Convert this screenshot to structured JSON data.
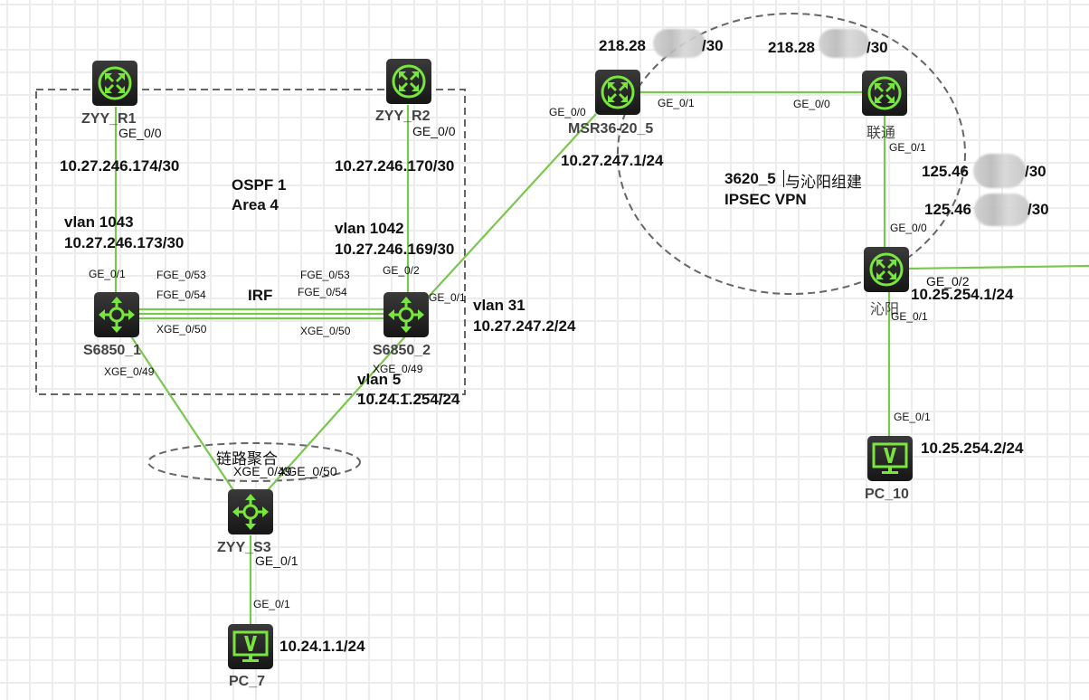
{
  "diagram": {
    "title": "Network topology",
    "colors": {
      "link": "#7ac74f",
      "icon_green": "#78e63c",
      "device_bg": "#222222",
      "boundary_dash": "#666666"
    },
    "devices": [
      {
        "id": "zyy_r1",
        "name": "ZYY_R1",
        "type": "router"
      },
      {
        "id": "zyy_r2",
        "name": "ZYY_R2",
        "type": "router"
      },
      {
        "id": "msr",
        "name": "MSR36-20_5",
        "type": "router"
      },
      {
        "id": "liantong",
        "name": "联通",
        "type": "router"
      },
      {
        "id": "qinyang",
        "name": "沁阳",
        "type": "router"
      },
      {
        "id": "s6850_1",
        "name": "S6850_1",
        "type": "switch"
      },
      {
        "id": "s6850_2",
        "name": "S6850_2",
        "type": "switch"
      },
      {
        "id": "zyy_s3",
        "name": "ZYY_S3",
        "type": "switch"
      },
      {
        "id": "pc_7",
        "name": "PC_7",
        "type": "pc"
      },
      {
        "id": "pc_10",
        "name": "PC_10",
        "type": "pc"
      }
    ],
    "ports": {
      "r1_ge00": "GE_0/0",
      "r2_ge00": "GE_0/0",
      "s1_ge01": "GE_0/1",
      "s1_fge53": "FGE_0/53",
      "s1_fge54": "FGE_0/54",
      "s1_xge50": "XGE_0/50",
      "s1_xge49": "XGE_0/49",
      "s2_fge53": "FGE_0/53",
      "s2_fge54": "FGE_0/54",
      "s2_xge50": "XGE_0/50",
      "s2_ge02": "GE_0/2",
      "s2_ge01": "GE_0/1",
      "s2_xge49": "XGE_0/49",
      "s3_xge49": "XGE_0/49",
      "s3_xge50": "XGE_0/50",
      "s3_ge01": "GE_0/1",
      "pc7_ge01": "GE_0/1",
      "msr_ge00": "GE_0/0",
      "msr_ge01": "GE_0/1",
      "lt_ge00": "GE_0/0",
      "lt_ge01": "GE_0/1",
      "qy_ge00": "GE_0/0",
      "qy_ge02": "GE_0/2",
      "qy_ge01": "GE_0/1",
      "pc10_ge01": "GE_0/1"
    },
    "addresses": {
      "r1": "10.27.246.174/30",
      "r2": "10.27.246.170/30",
      "vlan1043_label": "vlan 1043",
      "vlan1043_ip": "10.27.246.173/30",
      "vlan1042_label": "vlan 1042",
      "vlan1042_ip": "10.27.246.169/30",
      "vlan31_label": "vlan 31",
      "vlan31_ip": "10.27.247.2/24",
      "vlan5_label": "vlan 5",
      "vlan5_ip": "10.24.1.254/24",
      "msr_lan": "10.27.247.1/24",
      "msr_wan_prefix": "218.28",
      "msr_wan_suffix": "/30",
      "lt_wan_prefix": "218.28",
      "lt_wan_suffix": "/30",
      "lt_ge01_prefix": "125.46",
      "lt_ge01_suffix": "/30",
      "qy_ge00_prefix": "125.46",
      "qy_ge00_suffix": "/30",
      "qy_lan": "10.25.254.1/24",
      "pc10": "10.25.254.2/24",
      "pc7": "10.24.1.1/24"
    },
    "annotations": {
      "ospf_line1": "OSPF 1",
      "ospf_line2": "Area 4",
      "irf": "IRF",
      "link_agg": "链路聚合",
      "vpn_line1_a": "3620_5",
      "vpn_line1_b": "与沁阳组建",
      "vpn_line2": "IPSEC VPN"
    }
  }
}
